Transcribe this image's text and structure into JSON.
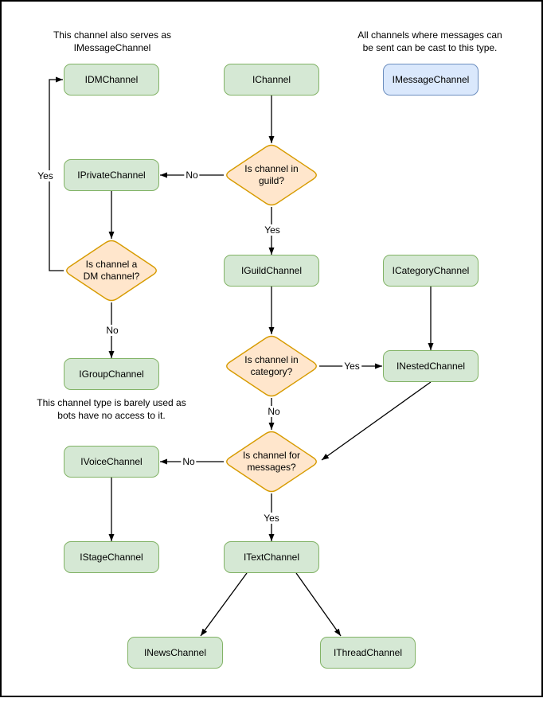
{
  "colors": {
    "node_fill": "#d5e8d4",
    "node_stroke": "#82b366",
    "decision_fill": "#ffe6cc",
    "decision_stroke": "#d79b00",
    "highlight_fill": "#dae8fc",
    "highlight_stroke": "#6c8ebf",
    "edge": "#000000"
  },
  "notes": {
    "dm": "This channel also serves as\nIMessageChannel",
    "message": "All channels where messages can\nbe sent can be cast to this type.",
    "group": "This channel type is barely used as\nbots have no access to it."
  },
  "nodes": {
    "idm": {
      "label": "IDMChannel"
    },
    "ichannel": {
      "label": "IChannel"
    },
    "imessage": {
      "label": "IMessageChannel"
    },
    "iprivate": {
      "label": "IPrivateChannel"
    },
    "iguild": {
      "label": "IGuildChannel"
    },
    "icategory": {
      "label": "ICategoryChannel"
    },
    "igroup": {
      "label": "IGroupChannel"
    },
    "inested": {
      "label": "INestedChannel"
    },
    "ivoice": {
      "label": "IVoiceChannel"
    },
    "istage": {
      "label": "IStageChannel"
    },
    "itext": {
      "label": "ITextChannel"
    },
    "inews": {
      "label": "INewsChannel"
    },
    "ithread": {
      "label": "IThreadChannel"
    }
  },
  "decisions": {
    "guild": {
      "label": "Is channel in guild?"
    },
    "dm": {
      "label": "Is channel a DM channel?"
    },
    "category": {
      "label": "Is channel in category?"
    },
    "messages": {
      "label": "Is channel for messages?"
    }
  },
  "edge_labels": {
    "guild_no": "No",
    "guild_yes": "Yes",
    "dm_yes": "Yes",
    "dm_no": "No",
    "category_yes": "Yes",
    "category_no": "No",
    "messages_no": "No",
    "messages_yes": "Yes"
  }
}
